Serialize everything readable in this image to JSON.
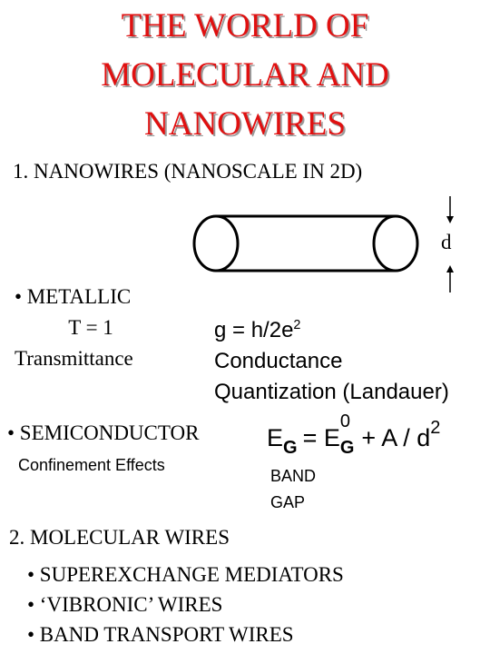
{
  "title": {
    "line1": "THE WORLD OF",
    "line2": "MOLECULAR AND",
    "line3": "NANOWIRES"
  },
  "section1": {
    "heading": "1. NANOWIRES (NANOSCALE  IN 2D)",
    "diameter_label": "d"
  },
  "metallic": {
    "bullet": "• METALLIC",
    "t_eq": "T = 1",
    "transmittance": "Transmittance"
  },
  "conductance": {
    "formula_main": "g = h/2e",
    "formula_exp": "2",
    "line2": "Conductance",
    "line3": "Quantization (Landauer)"
  },
  "semiconductor": {
    "bullet": "• SEMICONDUCTOR",
    "effects": "Confinement  Effects",
    "band": "BAND",
    "gap": "GAP",
    "formula": {
      "lhs_E": "E",
      "lhs_sub": "G",
      "equals": "= E",
      "rhs_sup": "0",
      "rhs_sub": "G",
      "rest": "+ A / d",
      "rest_sup": "2"
    }
  },
  "section2": {
    "heading": "2. MOLECULAR  WIRES",
    "items": [
      "• SUPEREXCHANGE MEDIATORS",
      "• ‘VIBRONIC’ WIRES",
      "• BAND TRANSPORT WIRES"
    ]
  }
}
